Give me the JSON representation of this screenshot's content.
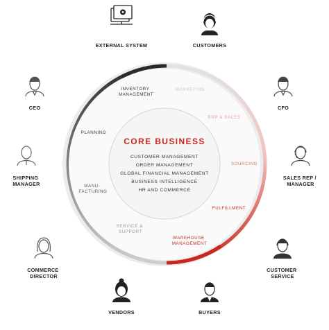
{
  "colors": {
    "dark": "#2b2b2b",
    "accent": "#c8281f",
    "pink": "#e9a9a4",
    "light_gray": "#b7b7b7",
    "mid_gray": "#777777",
    "ring_bg": "#ececec",
    "core_bg": "#f3f3f3",
    "title_red": "#c8281f"
  },
  "core": {
    "title": "CORE BUSINESS",
    "items": [
      "CUSTOMER MANAGEMENT",
      "ORDER MANAGEMENT",
      "GLOBAL FINANCIAL MANAGEMENT",
      "BUSINESS INTELLIGENCE",
      "HR AND COMMERCE"
    ]
  },
  "stages": {
    "inventory_management": [
      "INVENTORY",
      "MANAGEMENT"
    ],
    "marketing": "MARKETING",
    "erp_sales": "ERP & SALES",
    "sourcing": "SOURCING",
    "fulfillment": "FULFILLMENT",
    "warehouse_management": [
      "WAREHOUSE",
      "MANAGEMENT"
    ],
    "service_support": [
      "SERVICE &",
      "SUPPORT"
    ],
    "manufacturing": [
      "MANU-",
      "FACTURING"
    ],
    "planning": "PLANNING"
  },
  "people": {
    "external_system": "EXTERNAL SYSTEM",
    "customers": "CUSTOMERS",
    "ceo": "CEO",
    "cfo": "CFO",
    "shipping_manager": [
      "SHIPPING",
      "MANAGER"
    ],
    "sales_rep_manager": [
      "SALES REP /",
      "MANAGER"
    ],
    "commerce_director": [
      "COMMERCE",
      "DIRECTOR"
    ],
    "customer_service": [
      "CUSTOMER",
      "SERVICE"
    ],
    "vendors": "VENDORS",
    "buyers": "BUYERS"
  },
  "icons": {
    "external_system": "monitor-gear-icon",
    "customers": "person-headset-icon",
    "ceo": "businessman-icon",
    "cfo": "businessman-icon",
    "shipping_manager": "bald-man-icon",
    "sales_rep_manager": "headset-agent-icon",
    "commerce_director": "woman-icon",
    "customer_service": "headset-agent-icon",
    "vendors": "woman-bun-icon",
    "buyers": "man-suit-icon"
  }
}
